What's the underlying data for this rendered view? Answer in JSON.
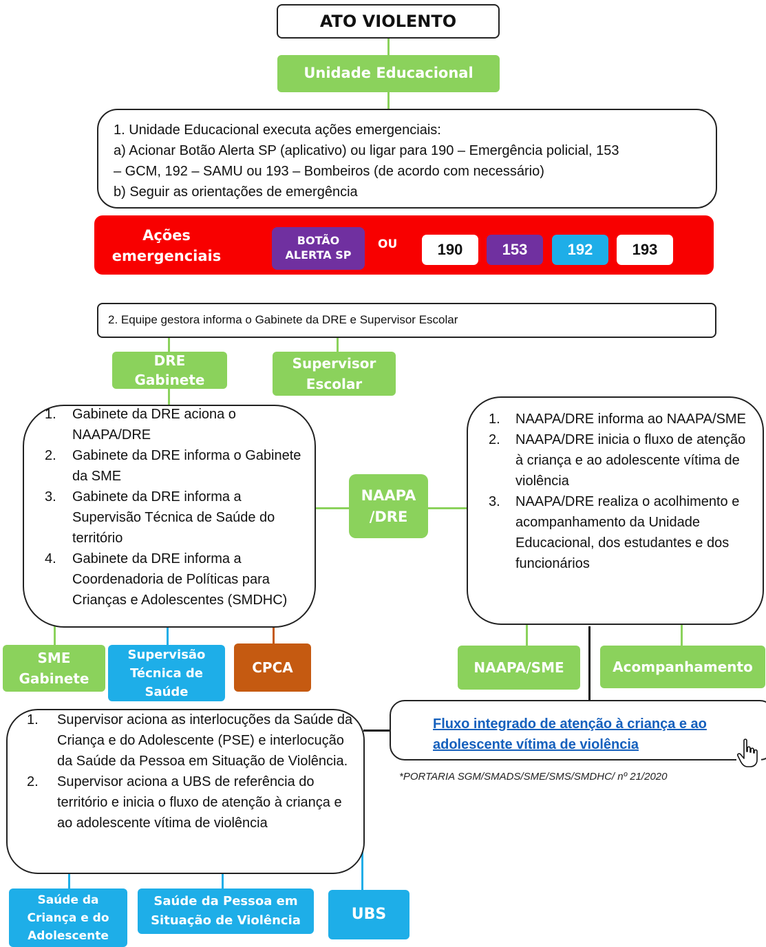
{
  "title": "ATO VIOLENTO",
  "unidade": "Unidade Educacional",
  "step1": {
    "lines": [
      "1.  Unidade Educacional executa ações emergenciais:",
      "a) Acionar Botão Alerta SP (aplicativo) ou ligar para 190 – Emergência policial, 153",
      "– GCM, 192 – SAMU ou 193 – Bombeiros (de acordo com necessário)",
      "b) Seguir as orientações de emergência"
    ]
  },
  "emergency": {
    "label_line1": "Ações",
    "label_line2": "emergenciais",
    "botao_line1": "BOTÃO",
    "botao_line2": "ALERTA SP",
    "ou": "OU",
    "n190": "190",
    "n153": "153",
    "n192": "192",
    "n193": "193",
    "colors": {
      "bar": "#f80000",
      "purple": "#7030a0",
      "blue": "#1eaee8"
    }
  },
  "step2": "2. Equipe gestora informa o Gabinete da DRE e Supervisor Escolar",
  "dre_gabinete": {
    "line1": "DRE",
    "line2": "Gabinete"
  },
  "supervisor_escolar": {
    "line1": "Supervisor",
    "line2": "Escolar"
  },
  "left_box": {
    "items": [
      {
        "num": "1.",
        "text": "Gabinete da DRE aciona o NAAPA/DRE"
      },
      {
        "num": "2.",
        "text": " Gabinete da DRE informa o Gabinete da SME"
      },
      {
        "num": "3.",
        "text": "Gabinete da DRE informa a Supervisão Técnica de Saúde do território"
      },
      {
        "num": "4.",
        "text": "Gabinete da DRE informa a Coordenadoria de Políticas para Crianças e Adolescentes (SMDHC)"
      }
    ]
  },
  "naapa_dre": {
    "line1": "NAAPA",
    "line2": "/DRE"
  },
  "right_box": {
    "items": [
      {
        "num": "1.",
        "text": "NAAPA/DRE informa ao NAAPA/SME"
      },
      {
        "num": "2.",
        "text": "NAAPA/DRE  inicia o fluxo de atenção à criança e ao adolescente vítima de violência"
      },
      {
        "num": "3.",
        "text": "NAAPA/DRE  realiza o acolhimento e acompanhamento da Unidade Educacional, dos estudantes e dos funcionários"
      }
    ]
  },
  "sme_gabinete": {
    "line1": "SME",
    "line2": "Gabinete"
  },
  "supervisao_tecnica": {
    "line1": "Supervisão",
    "line2": "Técnica de",
    "line3": "Saúde"
  },
  "cpca": "CPCA",
  "naapa_sme": "NAAPA/SME",
  "acompanhamento": "Acompanhamento",
  "fluxo_link": {
    "line1": "Fluxo integrado de atenção à criança e ao",
    "line2": "adolescente vítima de violência"
  },
  "portaria": "*PORTARIA SGM/SMADS/SME/SMS/SMDHC/ nº 21/2020",
  "bottom_box": {
    "items": [
      {
        "num": "1.",
        "text": "Supervisor aciona as interlocuções da Saúde da Criança e do Adolescente (PSE) e interlocução da Saúde da Pessoa em Situação de Violência."
      },
      {
        "num": "2.",
        "text": "Supervisor aciona a UBS de referência do território e inicia o fluxo de atenção à criança e ao adolescente vítima de violência"
      }
    ]
  },
  "saude_crianca": {
    "line1": "Saúde da",
    "line2": "Criança e do",
    "line3": "Adolescente"
  },
  "saude_pessoa": {
    "line1": "Saúde da Pessoa em",
    "line2": "Situação de Violência"
  },
  "ubs": "UBS",
  "icons": {
    "cursor": "hand-pointer-icon"
  }
}
